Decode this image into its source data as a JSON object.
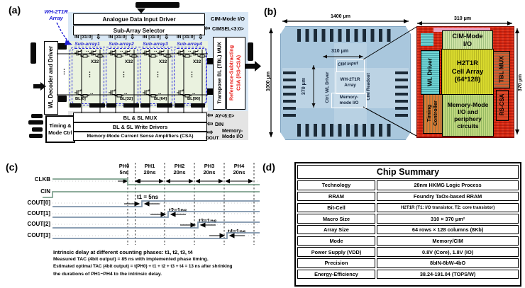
{
  "figure": {
    "a": "(a)",
    "b": "(b)",
    "c": "(c)",
    "d": "(d)"
  },
  "icons": {
    "hollow_left": "⇦",
    "hollow_right": "⇨",
    "hollow_down": "⇩",
    "dim_h": "↔",
    "dots_h": "···",
    "dots_v": "⋮"
  },
  "panel_a": {
    "array_tag_line1": "WH-2T1R",
    "array_tag_line2": "Array",
    "analogue_driver": "Analogue Data Input Driver",
    "subarray_selector": "Sub-Array Selector",
    "cim_mode_io": "CIM-Mode I/O",
    "cimsel": "CIMSEL<3:0>",
    "in_bus": "IN [31:0]",
    "subarrays": [
      "Sub-array1",
      "Sub-array2",
      "Sub-array3",
      "Sub-array4"
    ],
    "x32": "X32",
    "wl_decoder": "WL Decoder and Driver",
    "tbl_mux": "Transpose BL (TBL) MUX",
    "rs_csa_line1": "Reference-Subtracting",
    "rs_csa_line2": "CSA (RS-CSA)",
    "bl_labels": [
      "BL[0]",
      "BL[32]",
      "BL[64]",
      "BL[96]"
    ],
    "timing_ctrl_line1": "Timing &",
    "timing_ctrl_line2": "Mode Ctrl",
    "bl_sl_mux": "BL & SL MUX",
    "write_drivers": "BL & SL Write Drivers",
    "csa": "Memory-Mode Current Sense Amplifiers (CSA)",
    "ay": "AY<6:0>",
    "din": "DIN",
    "dout": "DOUT",
    "memory_mode_io_line1": "Memory-",
    "memory_mode_io_line2": "Mode I/O"
  },
  "panel_b": {
    "die_width": "1400 μm",
    "die_height": "1000 μm",
    "inner_width": "310 μm",
    "inner_height": "370 μm",
    "cim_input": "CIM Input",
    "ctrl_wl_driver": "Ctrl. WL Driver",
    "array_line1": "WH-2T1R",
    "array_line2": "Array",
    "cim_readout": "CIM Readout",
    "mem_io_line1": "Memory-",
    "mem_io_line2": "mode I/O",
    "layout_width": "310 μm",
    "layout_height": "370 μm",
    "cim_io_line1": "CIM-Mode",
    "cim_io_line2": "I/O",
    "wl_driver": "WL Driver",
    "cell_array_line1": "H2T1R",
    "cell_array_line2": "Cell Array",
    "cell_array_line3": "(64*128)",
    "tbl_mux": "TBL MUX",
    "timing_line1": "Timing",
    "timing_line2": "Controller",
    "mem_periph_line1": "Memory-Mode",
    "mem_periph_line2": "I/O and",
    "mem_periph_line3": "periphery",
    "mem_periph_line4": "circuits",
    "rs_csa": "RS-CSA"
  },
  "panel_c": {
    "signals": [
      "CLKB",
      "CIN",
      "COUT[0]",
      "COUT[1]",
      "COUT[2]",
      "COUT[3]"
    ],
    "phases": [
      {
        "name": "PH0",
        "dur": "5ns"
      },
      {
        "name": "PH1",
        "dur": "20ns"
      },
      {
        "name": "PH2",
        "dur": "20ns"
      },
      {
        "name": "PH3",
        "dur": "20ns"
      },
      {
        "name": "PH4",
        "dur": "20ns"
      }
    ],
    "delays": [
      "t1 = 5ns",
      "t2=1ns",
      "t3=1ns",
      "t4=1ns"
    ],
    "note1": "Intrinsic delay at different counting phases: t1, t2, t3, t4",
    "note2": "Measured TAC (4bit output) = 85 ns with implemented phase timing.",
    "note3": "Estimated optimal TAC (4bit output) = t(PH0) + t1 + t2 + t3 + t4 = 13 ns after shrinking",
    "note4": "the durations of PH1~PH4 to the intrinsic delay."
  },
  "panel_d": {
    "title": "Chip Summary",
    "rows": [
      {
        "label": "Technology",
        "value": "28nm HKMG Logic Process"
      },
      {
        "label": "RRAM",
        "value": "Foundry TaOx-based RRAM"
      },
      {
        "label": "Bit-Cell",
        "value": "H2T1R (T1: I/O transistor, T2: core transistor)"
      },
      {
        "label": "Macro Size",
        "value": "310 × 370 μm²"
      },
      {
        "label": "Array Size",
        "value": "64 rows × 128 columns (8Kb)"
      },
      {
        "label": "Mode",
        "value": "Memory/CIM"
      },
      {
        "label": "Power Supply (VDD)",
        "value": "0.8V (Core), 1.8V (IO)"
      },
      {
        "label": "Precision",
        "value": "8bIN-8bW-4bO"
      },
      {
        "label": "Energy-Efficiency",
        "value": "38.24-191.04 (TOPS/W)"
      }
    ]
  },
  "colors": {
    "cim_io_bg": "#d9e8f6",
    "array_bg": "#eaf2df",
    "mem_io_bg": "#e4e4e4",
    "subarray_blue": "#1f1fd8",
    "rs_csa_red": "#e8211d",
    "die_blue": "#a9c7dd",
    "layout_red": "#dc2a12",
    "trace_green": "#7da08d",
    "trace_blue": "#7d93aa"
  }
}
